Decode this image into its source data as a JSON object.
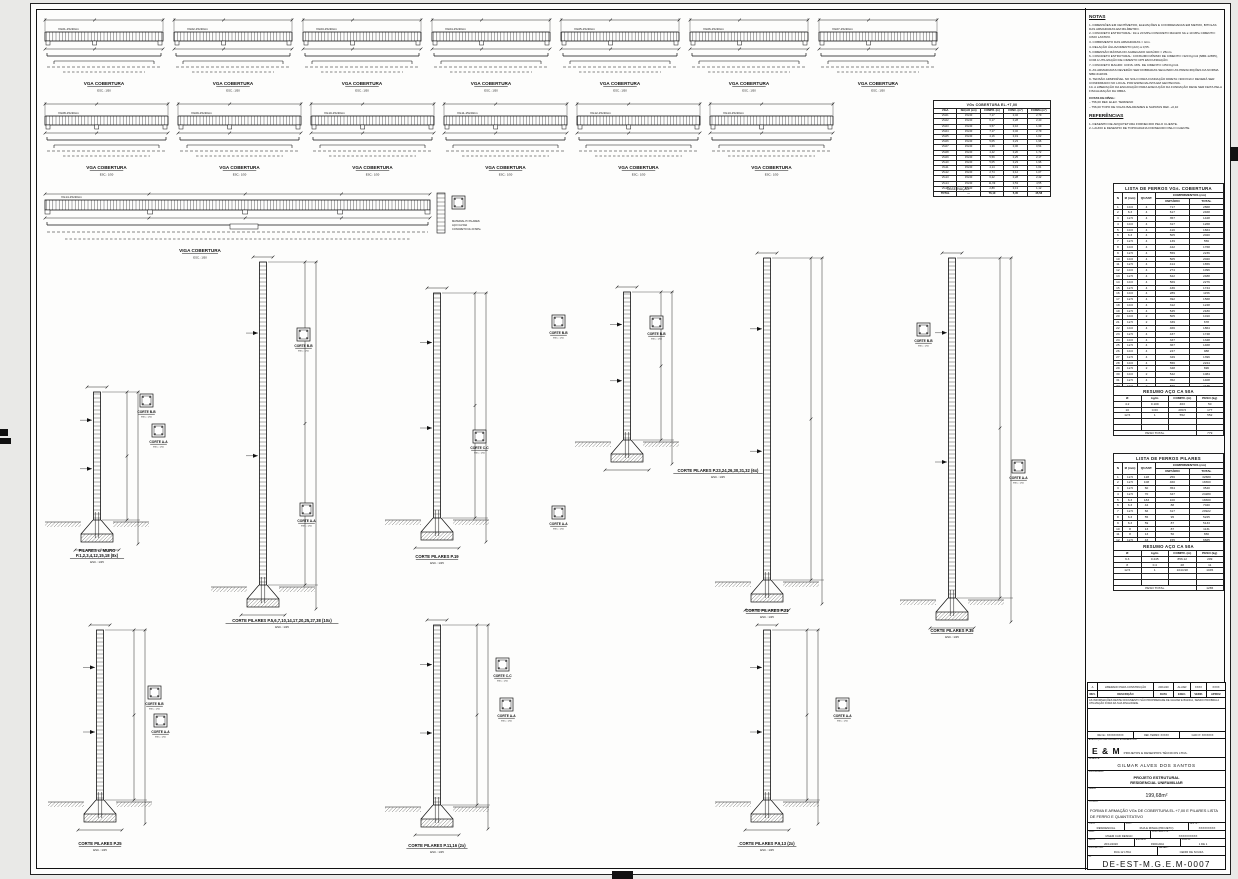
{
  "sheet": {
    "background": "#fdfdfc",
    "line_color": "#111111",
    "page_background": "#e9e9e7"
  },
  "drawings": {
    "beam_label": "VGA COBERTURA",
    "long_beam_label": "VIGA COBERTURA",
    "beam_scale": "ESC.: 1/50",
    "column_scale": "ESC.: 1/25",
    "detail_scale": "ESC.: 1/10",
    "beam_tags": [
      "VG01-15x30cm",
      "VG02-15x30cm",
      "VG03-15x30cm",
      "VG04-15x30cm",
      "VG05-15x30cm",
      "VG06-15x30cm",
      "VG07-15x30cm",
      "VG08-15x30cm",
      "VG09-15x30cm",
      "VG10-15x30cm",
      "VG11-15x30cm",
      "VG12-15x30cm",
      "VG13-15x30cm",
      "VG14-15x30cm"
    ],
    "column_labels": [
      "PILARES c/ MURO|P.1,2,3,4,12,15,18 (8x)",
      "CORTE PILARES P.5,6,7,10,14,17,20,25,27,38 (10x)",
      "CORTE PILARES P.19",
      "CORTE PILARES P.23,24,26,30,31,32 (6x)",
      "CORTE PILARES P.21",
      "CORTE PILARES P.35",
      "CORTE PILARES P.25",
      "CORTE PILARES P.11,16 (2x)",
      "CORTE PILARES P.9,13 (2x)"
    ],
    "detail_labels": [
      "CORTE B-B",
      "CORTE A-A",
      "CORTE C-C"
    ],
    "material_note": [
      "MATERIAL P/ PILARES:",
      "AÇO CA 50A",
      "CONCRETO fck 20 MPa"
    ]
  },
  "notes": {
    "title": "NOTAS",
    "lines": [
      "1- DIMENSÕES EM CENTÍMETRO, ELEVAÇÕES E COORDENADAS EM METRO, BITOLAS DAS ARMADURAS EM MILÍMETRO.",
      "2- CONCRETO ESTRUTURAL: fck ≥ 20 MPa  CONCRETO MAGRO fck ≥ 10 MPa  CIMENTO: CIMO LASTRO.",
      "3- COBRIMENTO DAS ARMADURAS = 4cm.",
      "4- RELAÇÃO ÁGUA/CIMENTO (A/C) ≤ 0,55.",
      "5- DIMENSÃO MÁXIMA DO AGREGADO GRAÚDO = 25mm.",
      "6- CONCRETO ESTRUTURAL: CONSUMO MÍNIMO DE CIMENTO ≈320 Kg/m3 (NBR-12655), COM A UTILIZAÇÃO DE CIMENTO CP5 EM FUNDAÇÃO.",
      "7- CONCRETO MAGRO: CONS. MIN. DE CIMENTO ≈250 Kg/m3.",
      "8- AS ARMADURAS DEVERÃO SER DOBRADAS SEGUNDO AS PRESCRIÇÕES DA NORMA NBR-6118/03.",
      "9- TENSÃO ADMISSÍVEL NO SOLO PARA FUNDAÇÃO DIRETA ≈300 KN/m²  DEVERÁ SER CONFIRMADO NO LOCAL POR ESPECIALISTA EM GEOTECNIA.",
      "10- A LIBERAÇÃO DA ESCAVAÇÃO PARA EXECUÇÃO DA FUNDAÇÃO DEVE SER FEITA PELA FISCALIZAÇÃO DA OBRA."
    ],
    "levels_title": "COTAS DE NÍVEL:",
    "levels": [
      "756,00 REF. ELEV. TERRENO",
      "756,00 TOPO DE VIGAS BALDRAMES E SAPATAS REF. +0,10"
    ],
    "ref_title": "REFERÊNCIAS",
    "ref_lines": [
      "1- DESENHO DE ARQUITETURA FORNECIDO PELO CLIENTE.",
      "2- LAUDO E DESENHO DE TOPOGRAFIA FORNECIDO PELO CLIENTE."
    ]
  },
  "tables": {
    "quant": {
      "title": "VGs COBERTURA EL.+7,00",
      "headers": [
        "VIGA",
        "SEÇÃO (cm)",
        "COMPR. (m)",
        "CONC. (m³)",
        "FORMA (m²)"
      ],
      "rows": [
        [
          "VG01",
          "15x30",
          "7,17",
          "0,32",
          "2,79"
        ],
        [
          "VG02",
          "15x30",
          "6,17",
          "0,28",
          "2,40"
        ],
        [
          "VG03",
          "15x30",
          "3,57",
          "0,16",
          "1,39"
        ],
        [
          "VG04",
          "15x30",
          "7,17",
          "0,32",
          "2,79"
        ],
        [
          "VG05",
          "15x30",
          "4,16",
          "0,19",
          "1,62"
        ],
        [
          "VG06",
          "15x30",
          "5,05",
          "0,23",
          "1,96"
        ],
        [
          "VG07",
          "15x30",
          "1,39",
          "0,06",
          "0,54"
        ],
        [
          "VG08",
          "15x30",
          "4,42",
          "0,20",
          "1,72"
        ],
        [
          "VG09",
          "15x30",
          "5,59",
          "0,25",
          "2,17"
        ],
        [
          "VG10",
          "15x30",
          "5,05",
          "0,23",
          "1,96"
        ],
        [
          "VG11",
          "15x30",
          "4,14",
          "0,19",
          "1,61"
        ],
        [
          "VG12",
          "15x30",
          "2,74",
          "0,12",
          "1,07"
        ],
        [
          "VG13",
          "15x30",
          "6,22",
          "0,28",
          "2,42"
        ],
        [
          "VG14",
          "15x30",
          "11,69",
          "0,53",
          "4,55"
        ],
        [
          "VG15",
          "15x30",
          "2,89",
          "0,13",
          "1,12"
        ]
      ],
      "total_row": [
        "TOTAL",
        "—",
        "76,10",
        "5,45",
        "45,58"
      ],
      "note": "OBSERVAÇÃO:"
    },
    "ferros_vgs": {
      "title": "LISTA DE FERROS VGs. COBERTURA",
      "col_n": "N",
      "col_d": "Ø (mm)",
      "col_q": "QUANT.",
      "group": "COMPRIMENTOS (cm)",
      "col_u": "UNITÁRIO",
      "col_t": "TOTAL",
      "rows": [
        [
          "1",
          "10.0",
          "4",
          "717",
          "2868"
        ],
        [
          "2",
          "6.3",
          "4",
          "617",
          "2468"
        ],
        [
          "3",
          "12.5",
          "4",
          "357",
          "1428"
        ],
        [
          "4",
          "10.0",
          "4",
          "317",
          "1268"
        ],
        [
          "5",
          "10.0",
          "4",
          "416",
          "1664"
        ],
        [
          "6",
          "6.3",
          "4",
          "505",
          "2020"
        ],
        [
          "7",
          "12.5",
          "4",
          "139",
          "556"
        ],
        [
          "8",
          "10.0",
          "4",
          "442",
          "1768"
        ],
        [
          "9",
          "12.5",
          "4",
          "559",
          "2236"
        ],
        [
          "10",
          "10.0",
          "4",
          "505",
          "2020"
        ],
        [
          "11",
          "12.5",
          "4",
          "414",
          "1656"
        ],
        [
          "12",
          "10.0",
          "4",
          "274",
          "1096"
        ],
        [
          "13",
          "12.5",
          "4",
          "622",
          "2488"
        ],
        [
          "14",
          "10.0",
          "4",
          "569",
          "2276"
        ],
        [
          "15",
          "12.5",
          "4",
          "436",
          "1744"
        ],
        [
          "16",
          "10.0",
          "4",
          "289",
          "1156"
        ],
        [
          "17",
          "12.5",
          "4",
          "392",
          "1568"
        ],
        [
          "18",
          "10.0",
          "4",
          "312",
          "1248"
        ],
        [
          "19",
          "12.5",
          "4",
          "545",
          "2180"
        ],
        [
          "20",
          "10.0",
          "2",
          "505",
          "1010"
        ],
        [
          "21",
          "12.5",
          "2",
          "339",
          "678"
        ],
        [
          "22",
          "10.0",
          "4",
          "466",
          "1864"
        ],
        [
          "23",
          "12.5",
          "4",
          "437",
          "1748"
        ],
        [
          "24",
          "10.0",
          "4",
          "337",
          "1348"
        ],
        [
          "25",
          "12.5",
          "4",
          "367",
          "1468"
        ],
        [
          "26",
          "10.0",
          "4",
          "247",
          "988"
        ],
        [
          "27",
          "12.5",
          "4",
          "349",
          "1396"
        ],
        [
          "28",
          "10.0",
          "4",
          "556",
          "2224"
        ],
        [
          "29",
          "12.5",
          "2",
          "348",
          "696"
        ],
        [
          "30",
          "10.0",
          "2",
          "542",
          "1084"
        ],
        [
          "31",
          "12.5",
          "4",
          "352",
          "1408"
        ],
        [
          "32",
          "10.0",
          "2",
          "569",
          "1138"
        ],
        [
          "33",
          "12.5",
          "2",
          "325",
          "650"
        ],
        [
          "34",
          "4.2",
          "258",
          "134",
          "34572"
        ]
      ]
    },
    "resumo_vgs": {
      "title": "RESUMO AÇO CA 50A",
      "headers": [
        "Ø",
        "kg/m",
        "COMPR. (m)",
        "PESO (kg)"
      ],
      "rows": [
        [
          "4.2",
          "0.109",
          "463",
          "50"
        ],
        [
          "10",
          "0.63",
          "280.5",
          "177"
        ],
        [
          "12.5",
          "1",
          "552",
          "552"
        ]
      ],
      "total_label": "PESO TOTAL",
      "total": "779"
    },
    "ferros_pilares": {
      "title": "LISTA DE FERROS PILARES",
      "col_n": "N",
      "col_d": "Ø (mm)",
      "col_q": "QUANT.",
      "group": "COMPRIMENTOS (cm)",
      "col_u": "UNITÁRIO",
      "col_t": "TOTAL",
      "rows": [
        [
          "1",
          "12.5",
          "128",
          "256",
          "32680"
        ],
        [
          "2",
          "12.5",
          "108",
          "460",
          "18360"
        ],
        [
          "3",
          "12.5",
          "60",
          "354",
          "3540"
        ],
        [
          "4",
          "12.5",
          "70",
          "347",
          "24280"
        ],
        [
          "5",
          "6.3",
          "183",
          "100",
          "18300"
        ],
        [
          "6",
          "6.3",
          "44",
          "88",
          "7040"
        ],
        [
          "7",
          "12.5",
          "66",
          "317",
          "20922"
        ],
        [
          "8",
          "6.3",
          "55",
          "95",
          "5225"
        ],
        [
          "9",
          "6.3",
          "59",
          "87",
          "5133"
        ],
        [
          "10",
          "8",
          "13",
          "87",
          "1131"
        ],
        [
          "11",
          "8",
          "13",
          "50",
          "650"
        ],
        [
          "12",
          "12.5",
          "43",
          "155",
          "6665"
        ],
        [
          "13",
          "12.5",
          "43",
          "257",
          "11051"
        ]
      ]
    },
    "resumo_pilares": {
      "title": "RESUMO AÇO CA 50A",
      "headers": [
        "Ø",
        "kg/m",
        "COMPR. (m)",
        "PESO (kg)"
      ],
      "rows": [
        [
          "6.3",
          "0.245",
          "856.12",
          "209"
        ],
        [
          "8",
          "0.4",
          "28",
          "11"
        ],
        [
          "12.5",
          "1",
          "1044.98",
          "1045"
        ]
      ],
      "total_label": "PESO TOTAL",
      "total": "1265"
    }
  },
  "title_block": {
    "rev_row": [
      "A",
      "LIBERADO PARA CONSTRUÇÃO",
      "20/11/20",
      "ALUAR",
      "XXXX",
      "XXXX"
    ],
    "rev_headers": [
      "REV.",
      "DESCRIÇÃO",
      "DATA",
      "EXEC.",
      "VERIF.",
      "APROV."
    ],
    "ownership": "AS INFORMAÇÕES DESTE DOCUMENTO SÃO PROPRIEDADE DE GILMAR E BIANCA, SENDO PROIBIDA A UTILIZAÇÃO FORA DA SUA FINALIDADE.",
    "ref_cells": [
      "RE No.: XXXXXXXXXX",
      "REF. TERMO: XXXXX",
      "CAD Nº: XXXXXXX"
    ],
    "exec_label": "EXECUÇÃO DE PROJETO E DESENHOS:",
    "company_initials": "E & M",
    "company_name": "PROJETOS E DESENHOS TÉCNICOS LTDA.",
    "client_label": "CLIENTE:",
    "client": "GILMAR ALVES DOS SANTOS",
    "program_label": "PROGRAMA:",
    "program_line1": "PROJETO ESTRUTURAL",
    "program_line2": "RESIDENCIAL UNIFAMILIAR",
    "area_label": "ÁREA:",
    "area": "199,68m²",
    "title_label": "TÍTULO:",
    "title": "FORMA E ARMAÇÃO VGs DE COBERTURA EL.+7,00 E PILARES LISTA DE FERRO E QUANTITATIVO",
    "row_tipo": [
      [
        "TIPO:",
        "RESIDENCIAL"
      ],
      [
        "LOC.:",
        "RUA E MINHA (PROJETO)"
      ],
      [
        "ALV. Nº:",
        "XXXXXXXXX"
      ]
    ],
    "row_cad": [
      [
        "CAD.:",
        "MGEM CAD DESIGN"
      ],
      [
        "CONTRATO Nº:",
        "XXXXXXXXXX"
      ]
    ],
    "row_data": [
      [
        "DATA:",
        "20/11/2020"
      ],
      [
        "ESCALA:",
        "INDICADA"
      ],
      [
        "FOLHA:",
        "1 DE 1"
      ]
    ],
    "row_proj": [
      [
        "PROJETO/A:",
        "RUA 12 LTDA"
      ],
      [
        "DESEN.:",
        "CEDIR DE SOUZA"
      ]
    ],
    "number_label": "Nº",
    "number": "DE-EST-M.G.E.M-0007"
  }
}
